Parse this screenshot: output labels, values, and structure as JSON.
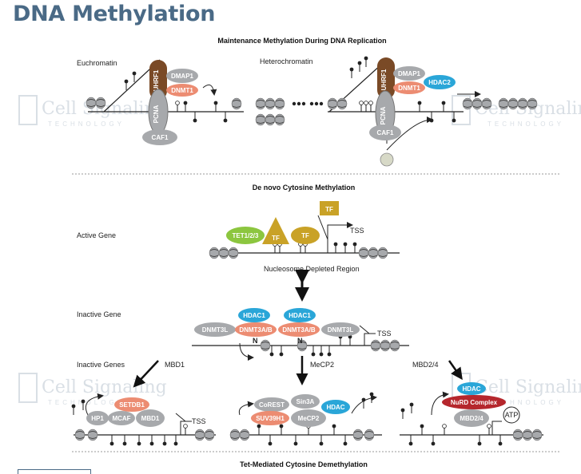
{
  "page": {
    "title": "DNA Methylation"
  },
  "watermark": {
    "brand": "Cell Signaling",
    "sub": "TECHNOLOGY"
  },
  "sections": {
    "maintenance": {
      "title": "Maintenance Methylation During DNA Replication",
      "euchromatin_label": "Euchromatin",
      "heterochromatin_label": "Heterochromatin"
    },
    "denovo": {
      "title": "De novo Cytosine Methylation",
      "active_gene_label": "Active Gene",
      "inactive_gene_label": "Inactive Gene",
      "inactive_genes_label": "Inactive Genes",
      "ndr_label": "Nucleosome Depleted Region"
    },
    "tet": {
      "title": "Tet-Mediated Cytosine Demethylation"
    }
  },
  "labels": {
    "tss": "TSS",
    "mbd1": "MBD1",
    "mecp2": "MeCP2",
    "mbd24": "MBD2/4",
    "n": "N",
    "atp": "ATP"
  },
  "proteins": {
    "uhrf1": "UHRF1",
    "dmap1": "DMAP1",
    "dnmt1": "DNMT1",
    "pcna": "PCNA",
    "caf1": "CAF1",
    "hdac2": "HDAC2",
    "tet": "TET1/2/3",
    "tf": "TF",
    "hdac1": "HDAC1",
    "dnmt3l": "DNMT3L",
    "dnmt3ab": "DNMT3A/B",
    "setdb1": "SETDB1",
    "hp1": "HP1",
    "mcaf": "MCAF",
    "mbd1": "MBD1",
    "corest": "CoREST",
    "sin3a": "Sin3A",
    "hdac": "HDAC",
    "suv39h1": "SUV39H1",
    "mecp2": "MeCP2",
    "nurd": "NuRD Complex",
    "mbd24": "MBD2/4"
  },
  "colors": {
    "title": "#4a6a86",
    "gray": "#a7a9ac",
    "salmon": "#ec8c72",
    "brown": "#7a4a26",
    "blue": "#2aa6d8",
    "green": "#8cc63f",
    "gold": "#c9a227",
    "red": "#b5272d",
    "watermark": "#d9dfe5"
  }
}
